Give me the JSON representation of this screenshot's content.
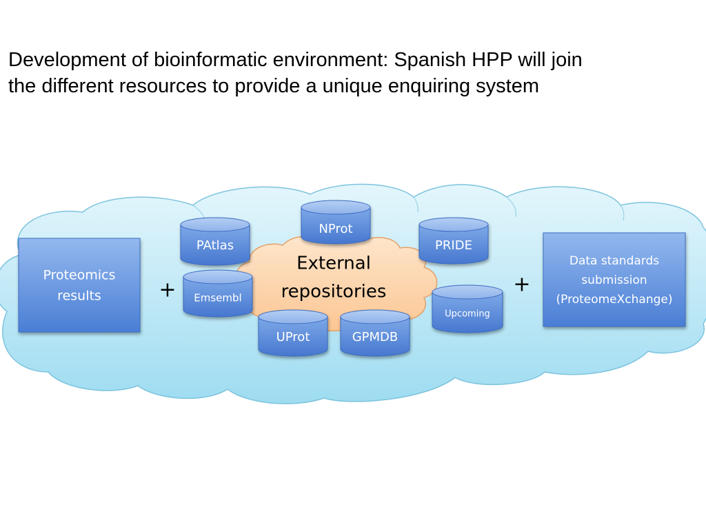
{
  "title": {
    "line1": "Development of bioinformatic environment: Spanish HPP will join",
    "line2": "the different resources to provide a unique enquiring system"
  },
  "diagram": {
    "left_box": {
      "line1": "Proteomics",
      "line2": "results"
    },
    "right_box": {
      "line1": "Data standards",
      "line2": "submission",
      "line3": "(ProteomeXchange)"
    },
    "plus_left": "+",
    "plus_right": "+",
    "center": {
      "line1": "External",
      "line2": "repositories"
    },
    "databases": {
      "nprot": "NProt",
      "patlas": "PAtlas",
      "pride": "PRIDE",
      "emsembl": "Emsembl",
      "upcoming": "Upcoming",
      "uprot": "UProt",
      "gpmdb": "GPMDB"
    }
  },
  "colors": {
    "cloud_fill_top": "#dff4fb",
    "cloud_fill_bottom": "#a6dff2",
    "cloud_stroke": "#7cc3dd",
    "inner_cloud_fill": "#fdd9b5",
    "inner_cloud_stroke": "#e8a66e",
    "box_fill_top": "#8db4ec",
    "box_fill_bottom": "#4a7fd6",
    "box_stroke": "#3a6cc0"
  }
}
